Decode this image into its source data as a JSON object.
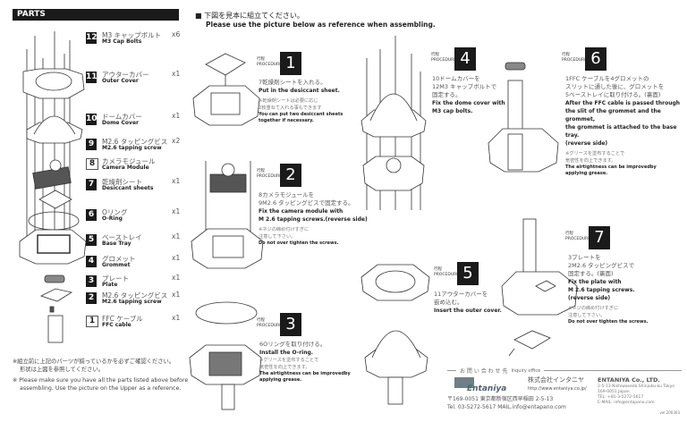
{
  "parts_header": "PARTS",
  "parts": [
    {
      "num": "12",
      "ja": "M3 キャップボルト",
      "en": "M3 Cap Bolts",
      "qty": "x6"
    },
    {
      "num": "11",
      "ja": "アウターカバー",
      "en": "Outer Cover",
      "qty": "x1"
    },
    {
      "num": "10",
      "ja": "ドームカバー",
      "en": "Dome Cover",
      "qty": "x1"
    },
    {
      "num": "9",
      "ja": "M2.6 タッピングビス",
      "en": "M2.6 tapping screw",
      "qty": "x2"
    },
    {
      "num": "8",
      "ja": "カメラモジュール",
      "en": "Camera Module",
      "qty": ""
    },
    {
      "num": "7",
      "ja": "乾燥剤シート",
      "en": "Desiccant sheets",
      "qty": "x1"
    },
    {
      "num": "6",
      "ja": "Oリング",
      "en": "O-Ring",
      "qty": "x1"
    },
    {
      "num": "5",
      "ja": "ベーストレイ",
      "en": "Base Tray",
      "qty": "x1"
    },
    {
      "num": "4",
      "ja": "グロメット",
      "en": "Grommet",
      "qty": "x1"
    },
    {
      "num": "3",
      "ja": "プレート",
      "en": "Plate",
      "qty": "x1"
    },
    {
      "num": "2",
      "ja": "M2.6 タッピングビス",
      "en": "M2.6 tapping screw",
      "qty": "x1"
    },
    {
      "num": "1",
      "ja": "FFC ケーブル",
      "en": "FFC cable",
      "qty": "x1"
    }
  ],
  "parts_note_ja": [
    "※組立前に上記のパーツが揃っているかを必ずご確認ください。",
    "形状は上図を参照してください。"
  ],
  "parts_note_en": [
    "※ Please make sure you have all the parts listed above before",
    "assembling. Use the picture on the Upper as a reference."
  ],
  "intro_ja": "■ 下図を見本に組立てください。",
  "intro_en": "Please use the picture below as reference when assembling.",
  "procedure_label_ja": "行程",
  "procedure_label_en": "PROCEDURE",
  "steps": [
    {
      "num": "1",
      "ja": [
        "7乾燥剤シートを入れる。"
      ],
      "en": [
        "Put in the desiccant sheet."
      ],
      "note_ja": [
        "※乾燥剤シートは必要に応じ",
        "2枚重ねて入れる事もできます"
      ],
      "note_en": [
        "You can put two desiccant sheets",
        "together if necessary."
      ]
    },
    {
      "num": "2",
      "ja": [
        "8カメラモジュールを",
        "9M2.6 タッピングビスで固定する。"
      ],
      "en": [
        "Fix the camera module with",
        "M 2.6 tapping screws.(reverse side)"
      ],
      "note_ja": [
        "※ネジの締め付けすぎに",
        "注意して下さい。"
      ],
      "note_en": [
        "Do not over tighten the screws."
      ]
    },
    {
      "num": "3",
      "ja": [
        "6Oリングを取り付ける。"
      ],
      "en": [
        "Install the O-ring."
      ],
      "note_ja": [
        "※グリースを塗布することで",
        "気密性を向上できます。"
      ],
      "note_en": [
        "The airtightness can be improvedby",
        "applying grease."
      ]
    },
    {
      "num": "4",
      "ja": [
        "10ドームカバーを",
        "12M3 キャップボルトで",
        "固定する。"
      ],
      "en": [
        "Fix the dome cover with",
        "M3 cap bolts."
      ],
      "note_ja": [],
      "note_en": []
    },
    {
      "num": "5",
      "ja": [
        "11アウターカバーを",
        "嵌め込む。"
      ],
      "en": [
        "Insert the outer cover."
      ],
      "note_ja": [],
      "note_en": []
    },
    {
      "num": "6",
      "ja": [
        "1FFC ケーブルを4グロメットの",
        "スリットに通した後に、グロメットを",
        "5ベーストレイに取り付ける。(裏面)"
      ],
      "en": [
        "After the FFC cable is passed through",
        "the slit of the grommet and the grommet,",
        "the grommet is attached to the base tray.",
        "(reverse side)"
      ],
      "note_ja": [
        "※グリースを塗布することで",
        "気密性を向上できます。"
      ],
      "note_en": [
        "The airtightness can be improvedby",
        "applying grease."
      ]
    },
    {
      "num": "7",
      "ja": [
        "3プレートを",
        "2M2.6 タッピングビスで",
        "固定する。(裏面)"
      ],
      "en": [
        "Fix the plate with",
        "M 2.6 tapping screws.",
        "(reverse side)"
      ],
      "note_ja": [
        "※ネジの締め付けすぎに",
        "注意して下さい。"
      ],
      "note_en": [
        "Do not over tighten the screws."
      ]
    }
  ],
  "footer": {
    "inquiry_ja": "お 問 い 合 わ せ 先",
    "inquiry_en": "Inquiry office",
    "logo": "Entaniya",
    "company_ja": "株式会社インタニヤ",
    "url": "http://www.entaniya.co.jp/",
    "address_ja": "〒169-0051 東京都新宿区西早稲田 2-5-13",
    "contact_ja": "Tel. 03-5272-5617  MAIL.info@entapano.com",
    "company_en": "ENTANIYA Co., LTD.",
    "address_en": [
      "2-5-13 Nishiwaseda Shinjuku-ku Tokyo",
      "169-0051 Japan",
      "TEL: +81-3-5272-5617",
      "E-MAIL: info@entapano.com"
    ],
    "version": "ver.200303"
  }
}
